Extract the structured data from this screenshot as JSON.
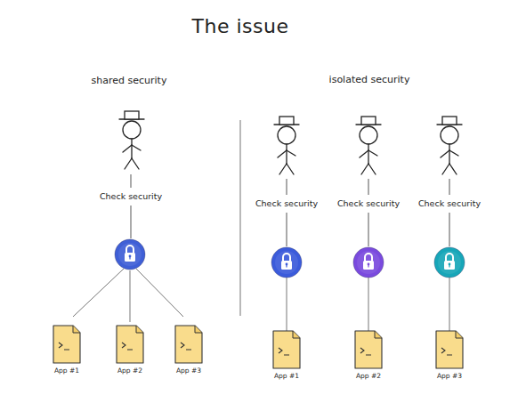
{
  "diagram": {
    "title": "The issue",
    "nodes": [
      {
        "text": [
          "App #1"
        ]
      },
      {
        "text": [
          "App #2"
        ]
      },
      {
        "text": [
          "App #3"
        ]
      },
      {
        "text": [
          "App #1"
        ]
      },
      {
        "text": [
          "App #2"
        ]
      },
      {
        "text": [
          "App #3"
        ]
      }
    ],
    "labels": [
      "shared security",
      "isolated security",
      "Check security",
      "Check security",
      "Check security",
      "Check security"
    ]
  }
}
